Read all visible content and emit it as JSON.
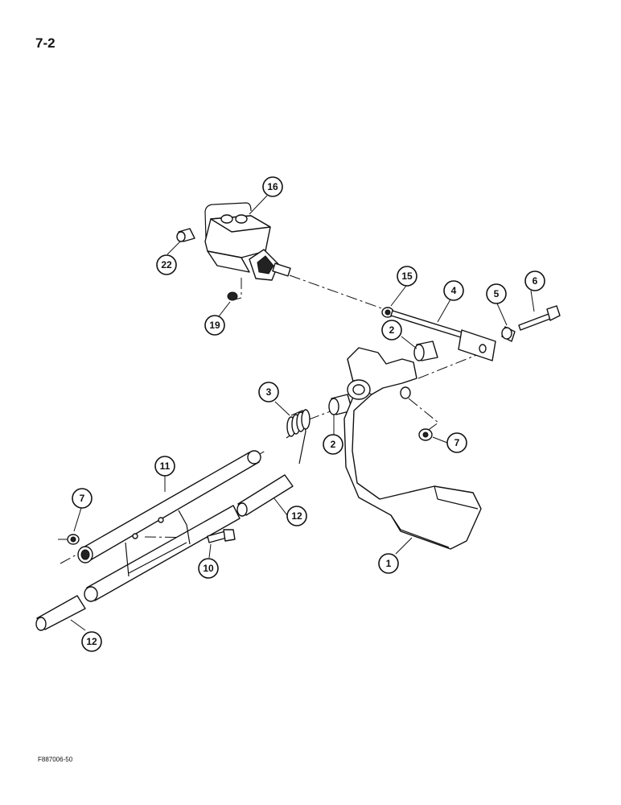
{
  "page_number": "7-2",
  "figure_code": "F887006-50",
  "callouts": [
    "1",
    "2",
    "2",
    "3",
    "4",
    "5",
    "6",
    "7",
    "7",
    "10",
    "11",
    "12",
    "12",
    "15",
    "16",
    "19",
    "22"
  ]
}
